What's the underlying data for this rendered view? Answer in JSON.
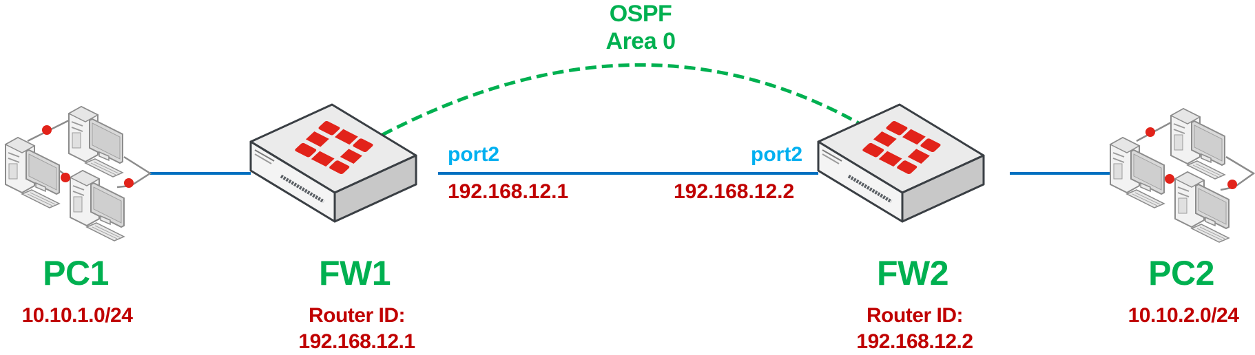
{
  "diagram": {
    "title": "OSPF Area 0 topology",
    "colors": {
      "node_name": "#00b050",
      "subnet_text": "#c00000",
      "port_text": "#00b0f0",
      "link": "#0070c0",
      "ospf_adjacency": "#00b050",
      "fortinet_logo": "#e2231a"
    },
    "ospf": {
      "line1": "OSPF",
      "line2": "Area 0"
    },
    "nodes": {
      "pc1": {
        "name": "PC1",
        "subnet": "10.10.1.0/24",
        "icon": "workgroup-computers-icon"
      },
      "fw1": {
        "name": "FW1",
        "router_id_label": "Router ID:",
        "router_id": "192.168.12.1",
        "icon": "fortigate-firewall-icon"
      },
      "fw2": {
        "name": "FW2",
        "router_id_label": "Router ID:",
        "router_id": "192.168.12.2",
        "icon": "fortigate-firewall-icon"
      },
      "pc2": {
        "name": "PC2",
        "subnet": "10.10.2.0/24",
        "icon": "workgroup-computers-icon"
      }
    },
    "link": {
      "fw1_port": "port2",
      "fw1_ip": "192.168.12.1",
      "fw2_port": "port2",
      "fw2_ip": "192.168.12.2"
    }
  }
}
